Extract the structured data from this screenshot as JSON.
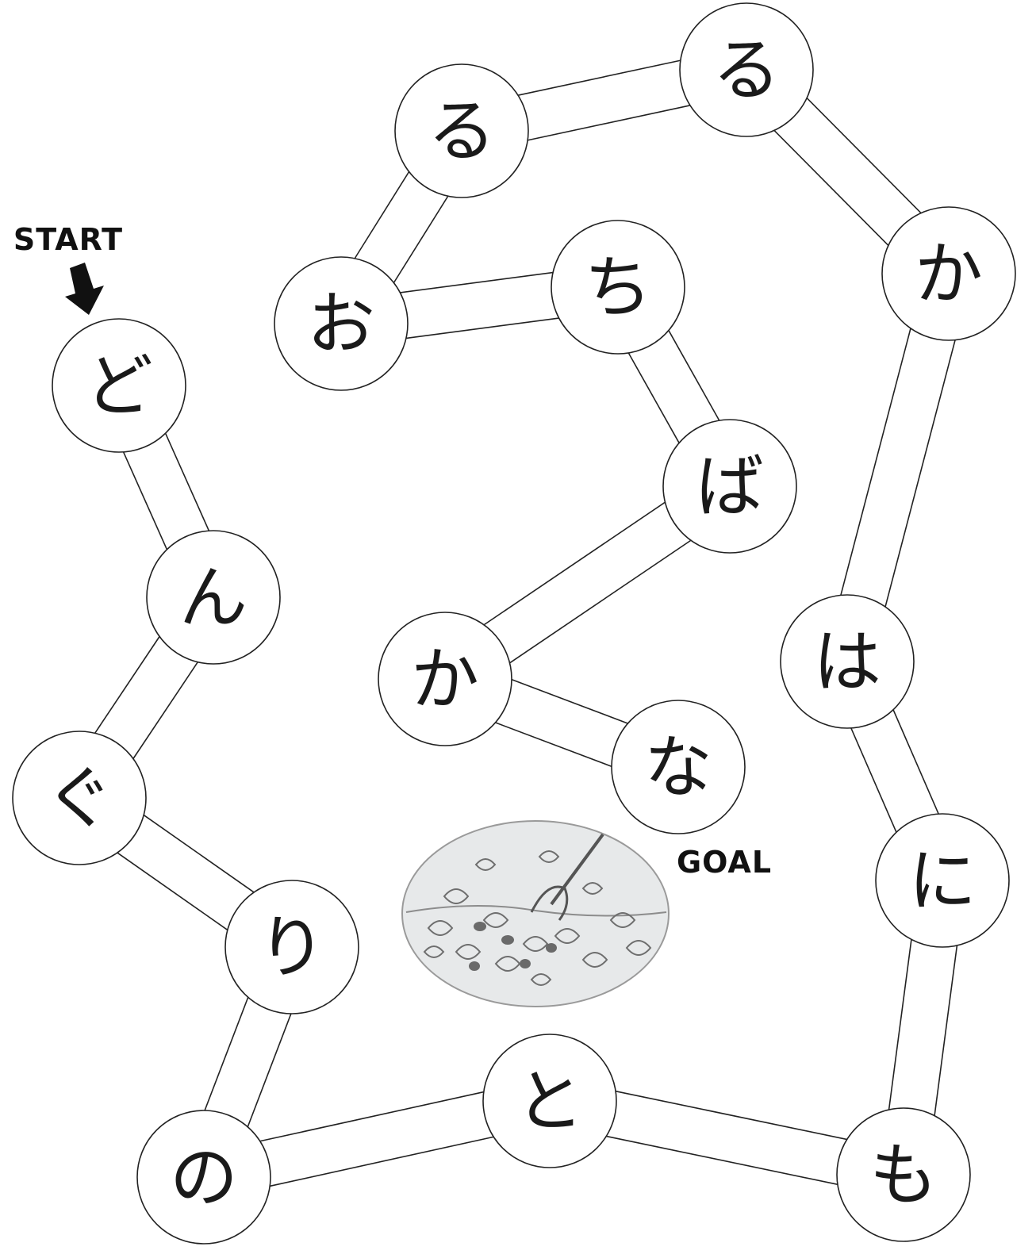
{
  "title": "",
  "markers": {
    "start": "START",
    "goal": "GOAL"
  },
  "colors": {
    "stroke": "#222222",
    "node_fill": "#ffffff",
    "text": "#1a1a1a",
    "picture_fill": "#e7e9ea"
  },
  "icons": {
    "start_arrow": "down-arrow-icon",
    "goal_picture": "raking-leaves-icon"
  },
  "path": {
    "nodes": [
      {
        "id": "do",
        "char": "ど"
      },
      {
        "id": "n",
        "char": "ん"
      },
      {
        "id": "gu",
        "char": "ぐ"
      },
      {
        "id": "ri",
        "char": "り"
      },
      {
        "id": "no",
        "char": "の"
      },
      {
        "id": "to",
        "char": "と"
      },
      {
        "id": "mo",
        "char": "も"
      },
      {
        "id": "ni",
        "char": "に"
      },
      {
        "id": "ha",
        "char": "は"
      },
      {
        "id": "ka1",
        "char": "か"
      },
      {
        "id": "ru1",
        "char": "る"
      },
      {
        "id": "ru2",
        "char": "る"
      },
      {
        "id": "o",
        "char": "お"
      },
      {
        "id": "chi",
        "char": "ち"
      },
      {
        "id": "ba",
        "char": "ば"
      },
      {
        "id": "ka2",
        "char": "か"
      },
      {
        "id": "na",
        "char": "な"
      }
    ]
  }
}
